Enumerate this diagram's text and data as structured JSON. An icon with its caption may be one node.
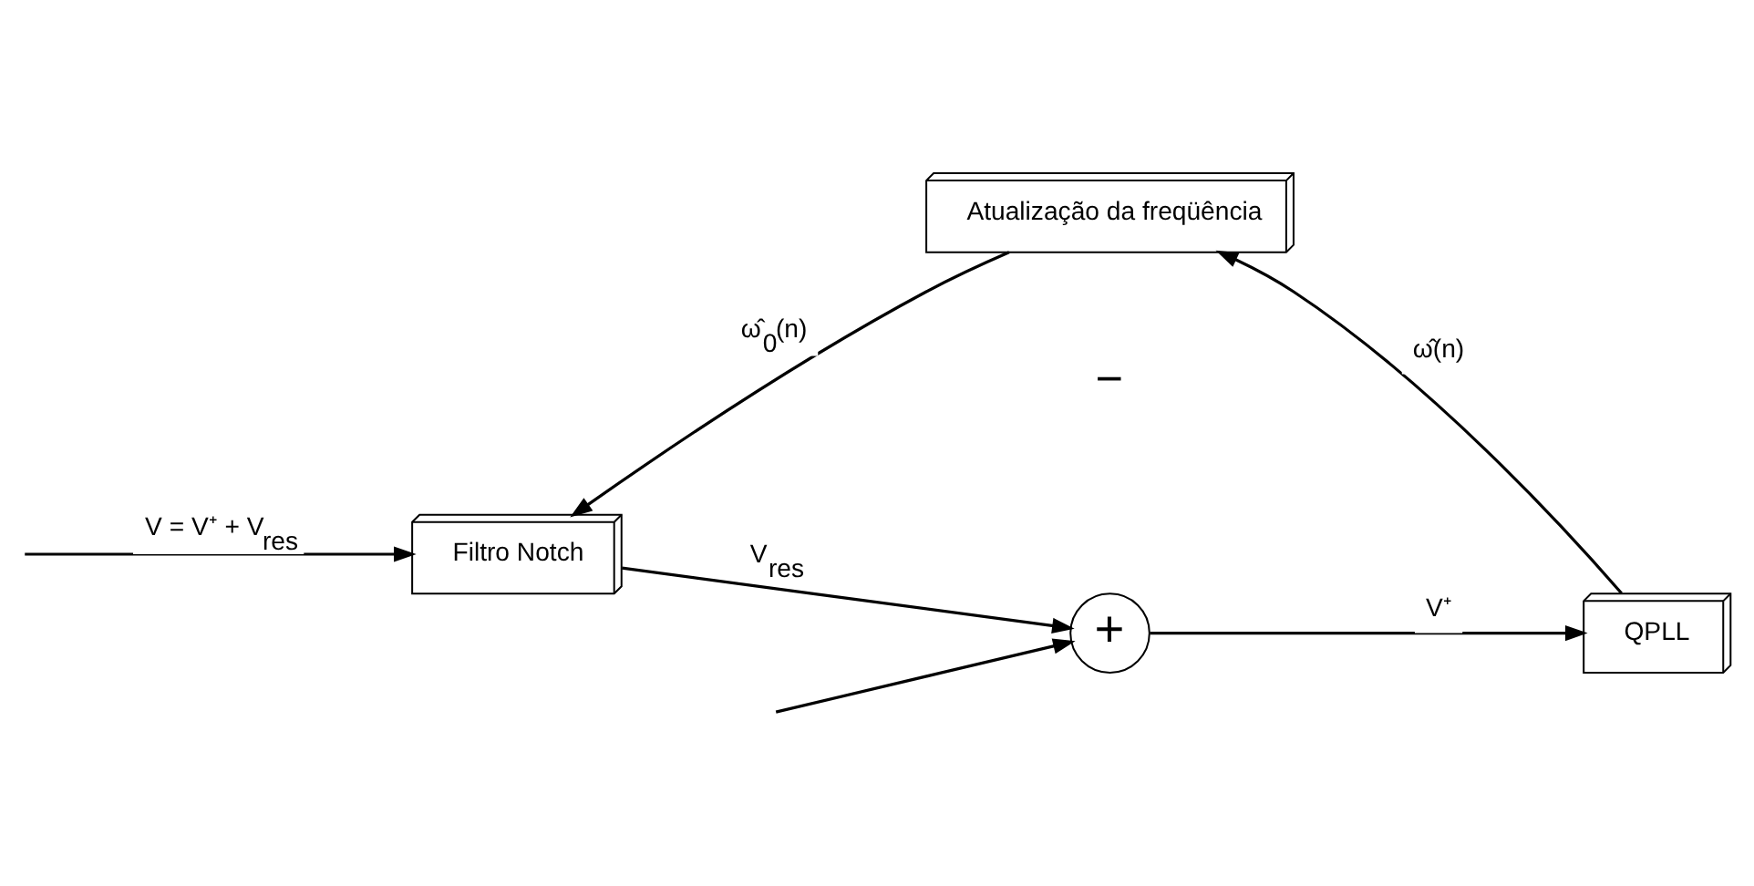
{
  "diagram": {
    "nodes": [
      {
        "text": [
          "Atualização da freqüência"
        ]
      },
      {
        "text": [
          "Filtro Notch"
        ]
      },
      {
        "text": [
          "+"
        ]
      },
      {
        "text": [
          "QPLL"
        ]
      }
    ],
    "edges": [
      {
        "from": null,
        "to": 1,
        "arrow": "to",
        "label": "V = V⁺ + V$_{res}$"
      },
      {
        "from": null,
        "to": 2,
        "arrow": "to"
      },
      {
        "from": 1,
        "to": 2,
        "arrow": "to",
        "label": "V$_{res}$"
      },
      {
        "from": 2,
        "to": 3,
        "arrow": "to",
        "label": "V⁺"
      },
      {
        "from": 3,
        "to": 0,
        "arrow": "to",
        "label": "ω̂(n)"
      },
      {
        "from": 0,
        "to": 1,
        "arrow": "to",
        "label": "ω̂$_{0}$(n)"
      }
    ],
    "labels": [
      "−"
    ]
  }
}
